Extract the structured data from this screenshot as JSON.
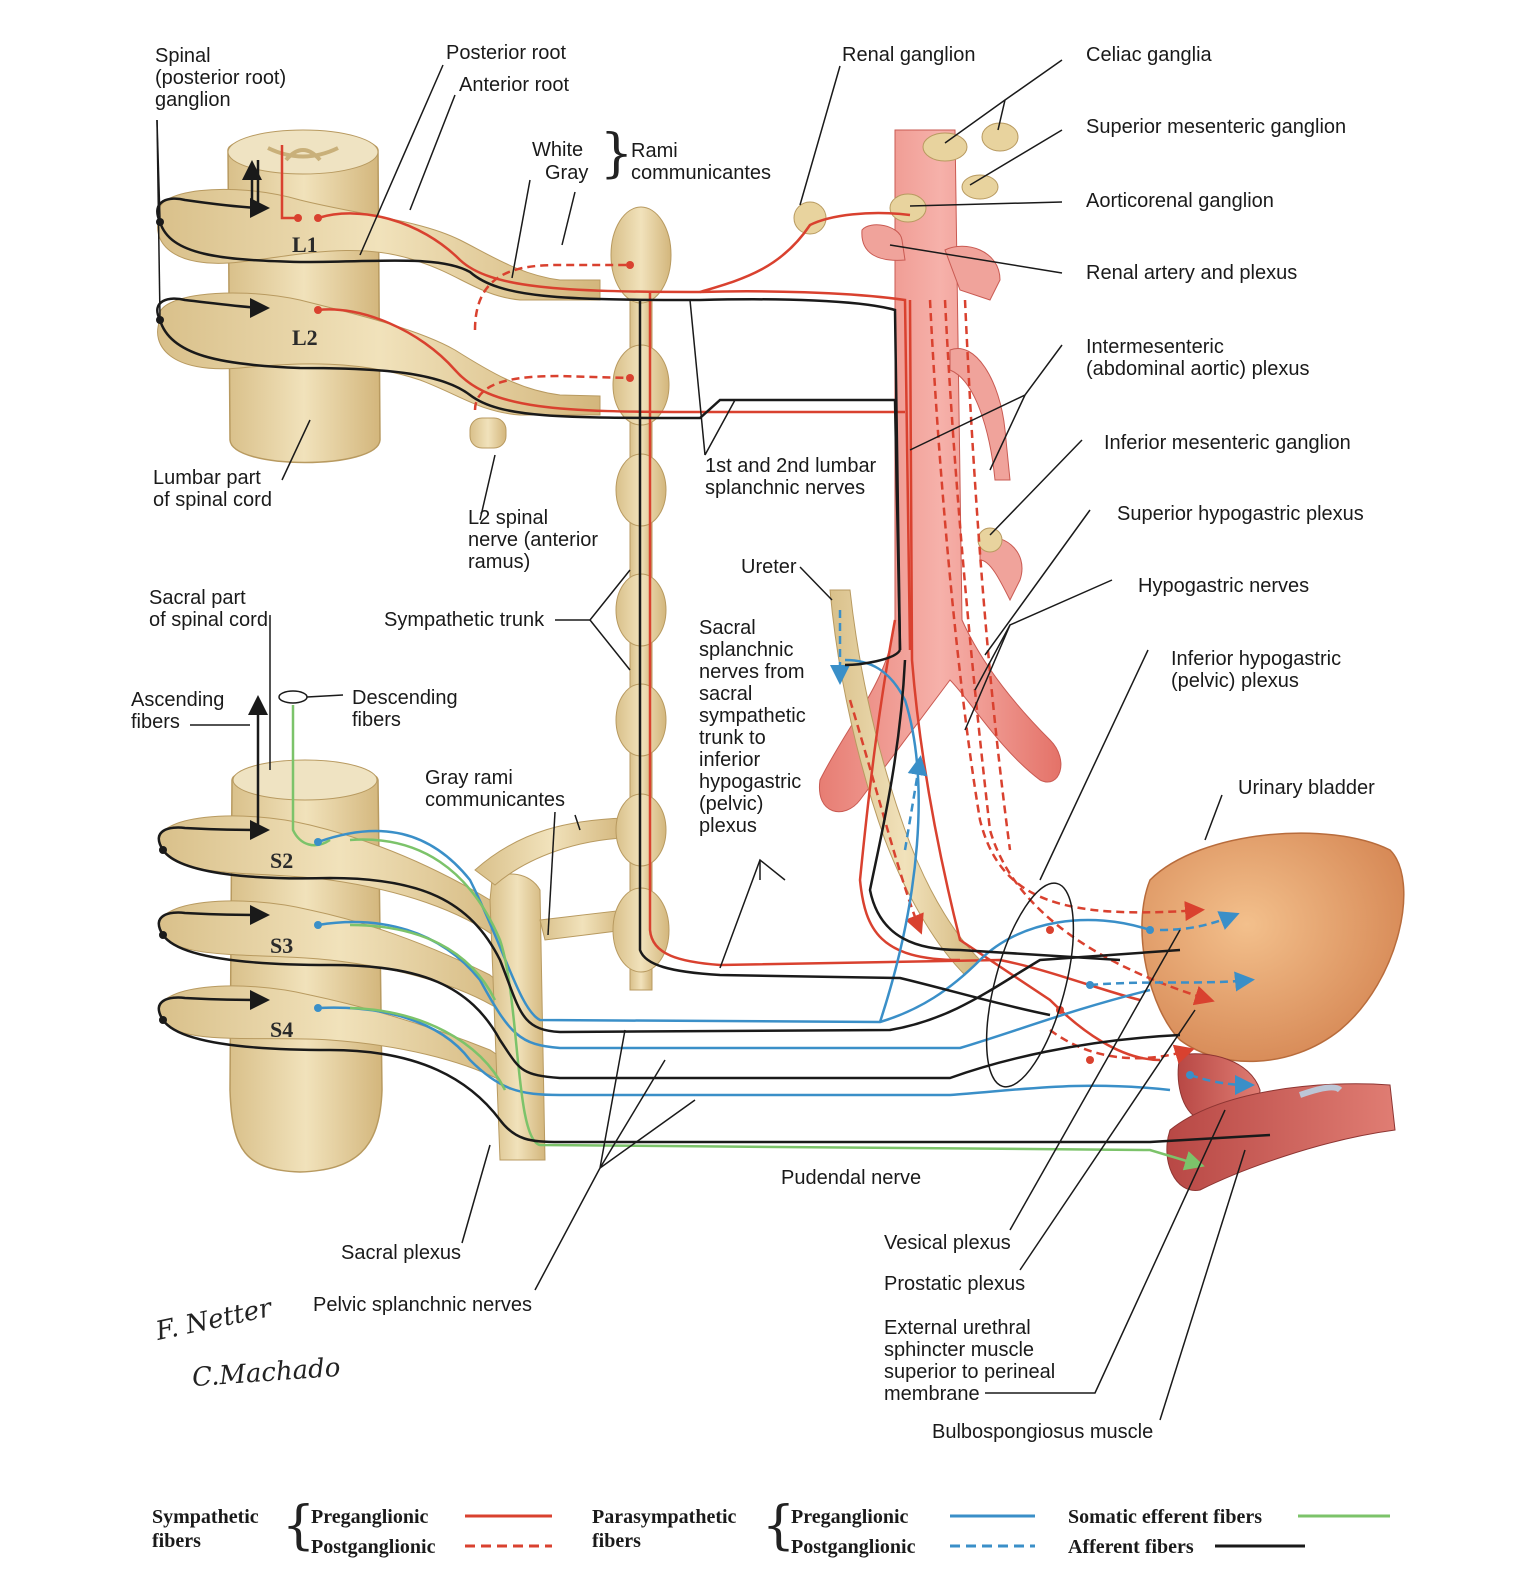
{
  "labels": {
    "spinal_ganglion": "Spinal\n(posterior root)\nganglion",
    "posterior_root": "Posterior root",
    "anterior_root": "Anterior root",
    "white": "White",
    "gray": "Gray",
    "rami_communicantes": "Rami\ncommunicantes",
    "renal_ganglion": "Renal ganglion",
    "celiac_ganglia": "Celiac ganglia",
    "superior_mesenteric_ganglion": "Superior mesenteric ganglion",
    "aorticorenal_ganglion": "Aorticorenal ganglion",
    "renal_artery_plexus": "Renal artery and plexus",
    "intermesenteric_plexus": "Intermesenteric\n(abdominal aortic) plexus",
    "inferior_mesenteric_ganglion": "Inferior mesenteric ganglion",
    "superior_hypogastric_plexus": "Superior hypogastric plexus",
    "hypogastric_nerves": "Hypogastric nerves",
    "inferior_hypogastric_plexus": "Inferior hypogastric\n(pelvic) plexus",
    "urinary_bladder": "Urinary bladder",
    "lumbar_part": "Lumbar part\nof spinal cord",
    "l2_spinal_nerve": "L2 spinal\nnerve (anterior\nramus)",
    "lumbar_splanchnic": "1st and 2nd lumbar\nsplanchnic nerves",
    "ureter": "Ureter",
    "sacral_part": "Sacral part\nof spinal cord",
    "sympathetic_trunk": "Sympathetic trunk",
    "sacral_splanchnic": "Sacral\nsplanchnic\nnerves from\nsacral\nsympathetic\ntrunk to\ninferior\nhypogastric\n(pelvic)\nplexus",
    "ascending_fibers": "Ascending\nfibers",
    "descending_fibers": "Descending\nfibers",
    "gray_rami": "Gray rami\ncommunicantes",
    "pudendal_nerve": "Pudendal nerve",
    "sacral_plexus": "Sacral plexus",
    "vesical_plexus": "Vesical plexus",
    "prostatic_plexus": "Prostatic plexus",
    "pelvic_splanchnic": "Pelvic splanchnic nerves",
    "external_urethral": "External urethral\nsphincter muscle\nsuperior to perineal\nmembrane",
    "bulbospongiosus": "Bulbospongiosus muscle"
  },
  "segments": {
    "l1": "L1",
    "l2": "L2",
    "s2": "S2",
    "s3": "S3",
    "s4": "S4"
  },
  "legend": {
    "sympathetic": "Sympathetic\nfibers",
    "parasympathetic": "Parasympathetic\nfibers",
    "preganglionic": "Preganglionic",
    "postganglionic": "Postganglionic",
    "somatic_efferent": "Somatic efferent fibers",
    "afferent": "Afferent fibers"
  },
  "signature": {
    "netter": "F. Netter",
    "machado": "C.Machado"
  },
  "colors": {
    "sympathetic": "#d9412f",
    "parasympathetic": "#3a8fc8",
    "somatic": "#7cc36a",
    "afferent": "#1a1a1a",
    "nerve_tissue": "#e3cf9a",
    "aorta": "#ee8e84",
    "bladder": "#e7a36a",
    "muscle": "#c95a55"
  }
}
